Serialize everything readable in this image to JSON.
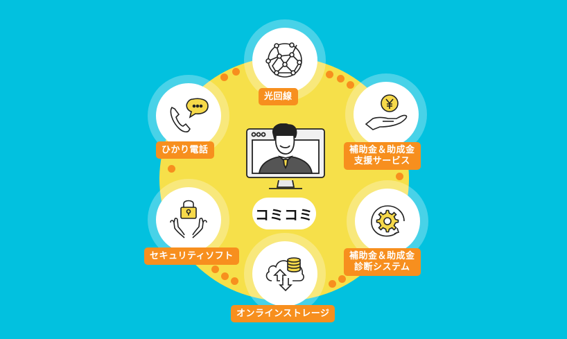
{
  "colors": {
    "background": "#02c1df",
    "disc": "#f6e04a",
    "accent_orange": "#f78f1e",
    "icon_yellow": "#f6d94a"
  },
  "center": {
    "logo_text": "コミコミ",
    "icon": "video-call-monitor-icon"
  },
  "services": [
    {
      "label": "光回線",
      "icon": "network-globe-icon"
    },
    {
      "label": "ひかり電話",
      "icon": "phone-chat-icon"
    },
    {
      "label_line1": "補助金＆助成金",
      "label_line2": "支援サービス",
      "icon": "yen-hand-icon"
    },
    {
      "label": "セキュリティソフト",
      "icon": "lock-hands-icon"
    },
    {
      "label_line1": "補助金＆助成金",
      "label_line2": "診断システム",
      "icon": "gear-cycle-icon"
    },
    {
      "label": "オンラインストレージ",
      "icon": "cloud-storage-icon"
    }
  ]
}
